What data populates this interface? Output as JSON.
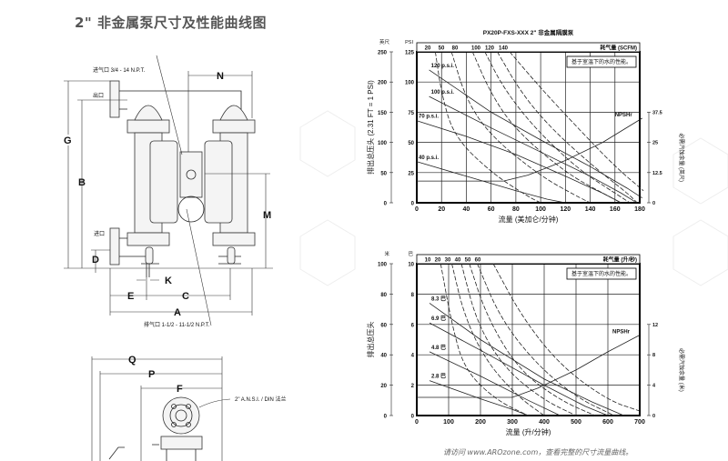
{
  "page": {
    "title": "2\" 非金属泵尺寸及性能曲线图",
    "footer": "请访问 www.AROzone.com，查看完整的尺寸流量曲线。"
  },
  "diagram_front": {
    "air_inlet": "进气口 3/4 - 14 N.P.T.",
    "outlet": "出口",
    "inlet": "进口",
    "exhaust": "排气口 1-1/2 - 11-1/2 N.P.T.",
    "dims": {
      "G": "G",
      "B": "B",
      "D": "D",
      "N": "N",
      "M": "M",
      "K": "K",
      "E": "E",
      "C": "C",
      "A": "A"
    }
  },
  "diagram_side": {
    "flange": "2\" A.N.S.I. / DIN 法兰",
    "dims": {
      "Q": "Q",
      "P": "P",
      "F": "F"
    }
  },
  "chart_data": [
    {
      "type": "line",
      "title": "PX20P-FXS-XXX 2\" 非金属隔膜泵",
      "xlabel": "流量 (美加仑/分钟)",
      "ylabel": "排出总压头 (2.31 FT = 1 PSI)",
      "y_unit_left_outer": "英尺",
      "y_unit_left_inner": "PSI",
      "air_label": "耗气量 (SCFM)",
      "right_label": "必需汽蚀余量 (英尺)",
      "note": "基于室温下的水的性能。",
      "xlim": [
        0,
        180
      ],
      "ylim": [
        0,
        125
      ],
      "xticks": [
        "0",
        "20",
        "40",
        "60",
        "80",
        "100",
        "120",
        "140",
        "160",
        "180"
      ],
      "yticks_psi": [
        "0",
        "25",
        "50",
        "75",
        "100",
        "125"
      ],
      "yticks_ft": [
        "0",
        "50",
        "100",
        "150",
        "200",
        "250"
      ],
      "yticks_right": [
        "0",
        "12.5",
        "25",
        "37.5"
      ],
      "grid": true,
      "pressure_series": [
        {
          "name": "120 p.s.i.",
          "points": [
            [
              10,
              110
            ],
            [
              60,
              75
            ],
            [
              100,
              52
            ],
            [
              140,
              30
            ],
            [
              170,
              12
            ],
            [
              182,
              4
            ]
          ]
        },
        {
          "name": "100 p.s.i.",
          "points": [
            [
              10,
              88
            ],
            [
              60,
              62
            ],
            [
              100,
              42
            ],
            [
              140,
              22
            ],
            [
              165,
              8
            ],
            [
              176,
              1
            ]
          ]
        },
        {
          "name": "70 p.s.i.",
          "points": [
            [
              0,
              68
            ],
            [
              40,
              55
            ],
            [
              80,
              40
            ],
            [
              120,
              22
            ],
            [
              150,
              8
            ],
            [
              165,
              0
            ]
          ]
        },
        {
          "name": "40 p.s.i.",
          "points": [
            [
              0,
              34
            ],
            [
              40,
              22
            ],
            [
              80,
              10
            ],
            [
              105,
              3
            ],
            [
              120,
              0
            ]
          ]
        }
      ],
      "air_series": [
        {
          "name": "20",
          "points": [
            [
              15,
              125
            ],
            [
              20,
              90
            ],
            [
              30,
              55
            ],
            [
              60,
              25
            ],
            [
              90,
              5
            ],
            [
              100,
              0
            ]
          ]
        },
        {
          "name": "50",
          "points": [
            [
              28,
              125
            ],
            [
              40,
              85
            ],
            [
              60,
              55
            ],
            [
              100,
              22
            ],
            [
              130,
              5
            ],
            [
              140,
              0
            ]
          ]
        },
        {
          "name": "80",
          "points": [
            [
              45,
              125
            ],
            [
              60,
              90
            ],
            [
              80,
              60
            ],
            [
              120,
              25
            ],
            [
              150,
              8
            ],
            [
              165,
              0
            ]
          ]
        },
        {
          "name": "100",
          "points": [
            [
              55,
              125
            ],
            [
              70,
              95
            ],
            [
              95,
              62
            ],
            [
              130,
              28
            ],
            [
              160,
              8
            ],
            [
              172,
              0
            ]
          ]
        },
        {
          "name": "120",
          "points": [
            [
              65,
              125
            ],
            [
              85,
              90
            ],
            [
              110,
              60
            ],
            [
              145,
              28
            ],
            [
              170,
              8
            ],
            [
              178,
              0
            ]
          ]
        },
        {
          "name": "140",
          "points": [
            [
              75,
              125
            ],
            [
              100,
              95
            ],
            [
              130,
              62
            ],
            [
              160,
              30
            ],
            [
              183,
              10
            ]
          ]
        }
      ],
      "npsh": {
        "name": "NPSHr",
        "points": [
          [
            0,
            18
          ],
          [
            70,
            18
          ],
          [
            90,
            23
          ],
          [
            120,
            35
          ],
          [
            150,
            50
          ],
          [
            182,
            70
          ]
        ]
      }
    },
    {
      "type": "line",
      "title": "",
      "xlabel": "流量 (升/分钟)",
      "ylabel": "排出总压头",
      "y_unit_left_outer": "米",
      "y_unit_left_inner": "巴",
      "air_label": "耗气量 (升/秒)",
      "right_label": "必需汽蚀余量 (米)",
      "note": "基于室温下的水的性能。",
      "xlim": [
        0,
        700
      ],
      "ylim": [
        0,
        10
      ],
      "xticks": [
        "0",
        "100",
        "200",
        "300",
        "400",
        "500",
        "600",
        "700"
      ],
      "yticks_psi": [
        "0",
        "2",
        "4",
        "6",
        "8",
        "10"
      ],
      "yticks_ft": [
        "0",
        "20",
        "40",
        "60",
        "80",
        "100"
      ],
      "yticks_right": [
        "0",
        "4",
        "8",
        "12"
      ],
      "grid": true,
      "pressure_series": [
        {
          "name": "8.3 巴",
          "points": [
            [
              40,
              7.4
            ],
            [
              200,
              5
            ],
            [
              400,
              2.4
            ],
            [
              550,
              0.9
            ],
            [
              650,
              0
            ]
          ]
        },
        {
          "name": "6.9 巴",
          "points": [
            [
              40,
              6.1
            ],
            [
              200,
              4.3
            ],
            [
              400,
              2
            ],
            [
              530,
              0.6
            ],
            [
              600,
              0
            ]
          ]
        },
        {
          "name": "4.8 巴",
          "points": [
            [
              40,
              4.2
            ],
            [
              200,
              2.6
            ],
            [
              350,
              1
            ],
            [
              450,
              0
            ]
          ]
        },
        {
          "name": "2.8 巴",
          "points": [
            [
              40,
              2.3
            ],
            [
              200,
              1.1
            ],
            [
              300,
              0.4
            ],
            [
              350,
              0
            ]
          ]
        }
      ],
      "air_series": [
        {
          "name": "10",
          "points": [
            [
              75,
              10
            ],
            [
              110,
              6
            ],
            [
              150,
              3
            ],
            [
              250,
              1
            ],
            [
              350,
              0
            ]
          ]
        },
        {
          "name": "20",
          "points": [
            [
              110,
              10
            ],
            [
              150,
              6.5
            ],
            [
              220,
              3.5
            ],
            [
              320,
              1.2
            ],
            [
              400,
              0
            ]
          ]
        },
        {
          "name": "30",
          "points": [
            [
              140,
              10
            ],
            [
              190,
              6
            ],
            [
              280,
              3
            ],
            [
              400,
              1
            ],
            [
              500,
              0
            ]
          ]
        },
        {
          "name": "40",
          "points": [
            [
              165,
              10
            ],
            [
              220,
              6.5
            ],
            [
              320,
              3
            ],
            [
              450,
              1
            ],
            [
              560,
              0
            ]
          ]
        },
        {
          "name": "50",
          "points": [
            [
              190,
              10
            ],
            [
              260,
              6.5
            ],
            [
              370,
              3.5
            ],
            [
              500,
              1.2
            ],
            [
              620,
              0
            ]
          ]
        },
        {
          "name": "60",
          "points": [
            [
              240,
              10
            ],
            [
              330,
              6.5
            ],
            [
              450,
              3.3
            ],
            [
              600,
              1
            ],
            [
              700,
              0.3
            ]
          ]
        }
      ],
      "npsh": {
        "name": "NPSHr",
        "points": [
          [
            0,
            1.2
          ],
          [
            300,
            1.2
          ],
          [
            380,
            1.8
          ],
          [
            500,
            3
          ],
          [
            600,
            4.2
          ],
          [
            700,
            5.3
          ]
        ]
      }
    }
  ]
}
